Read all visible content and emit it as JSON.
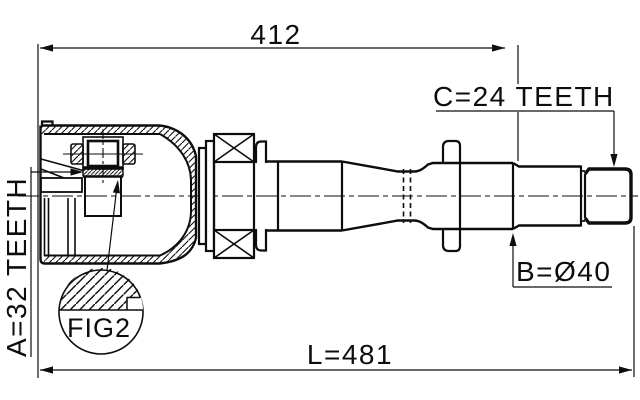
{
  "drawing": {
    "labels": {
      "dim_412": "412",
      "spline_c": "C=24 TEETH",
      "spline_a": "A=32 TEETH",
      "diameter_b": "B=Ø40",
      "dim_l": "L=481",
      "detail_fig": "FIG2"
    },
    "colors": {
      "line": "#0d0d0d",
      "background": "#ffffff"
    }
  }
}
